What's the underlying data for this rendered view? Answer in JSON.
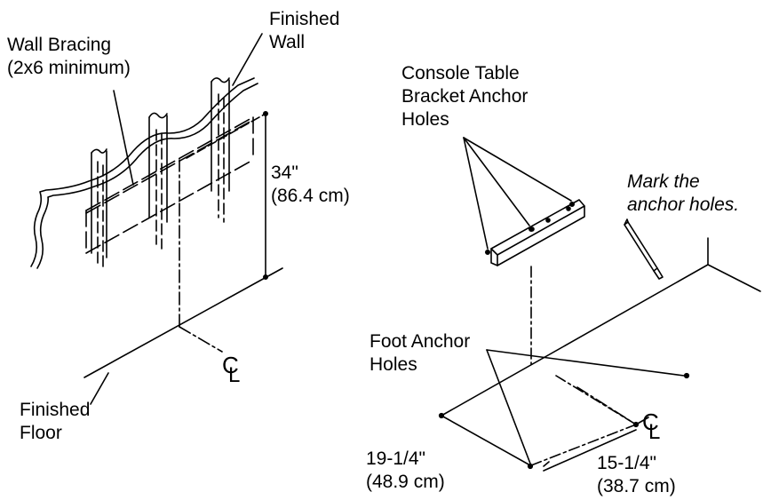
{
  "left_view": {
    "finished_wall": [
      "Finished",
      "Wall"
    ],
    "wall_bracing": [
      "Wall Bracing",
      "(2x6 minimum)"
    ],
    "height_dim": [
      "34\"",
      "(86.4 cm)"
    ],
    "centerline": {
      "c": "C",
      "l": "L"
    },
    "finished_floor": [
      "Finished",
      "Floor"
    ]
  },
  "right_view": {
    "bracket_holes": [
      "Console Table",
      "Bracket Anchor",
      "Holes"
    ],
    "mark_note": [
      "Mark the",
      "anchor holes."
    ],
    "foot_holes": [
      "Foot Anchor",
      "Holes"
    ],
    "centerline": {
      "c": "C",
      "l": "L"
    },
    "depth_dim": [
      "19-1/4\"",
      "(48.9 cm)"
    ],
    "spacing_dim": [
      "15-1/4\"",
      "(38.7 cm)"
    ]
  },
  "colors": {
    "ink": "#000000",
    "paper": "#ffffff"
  }
}
